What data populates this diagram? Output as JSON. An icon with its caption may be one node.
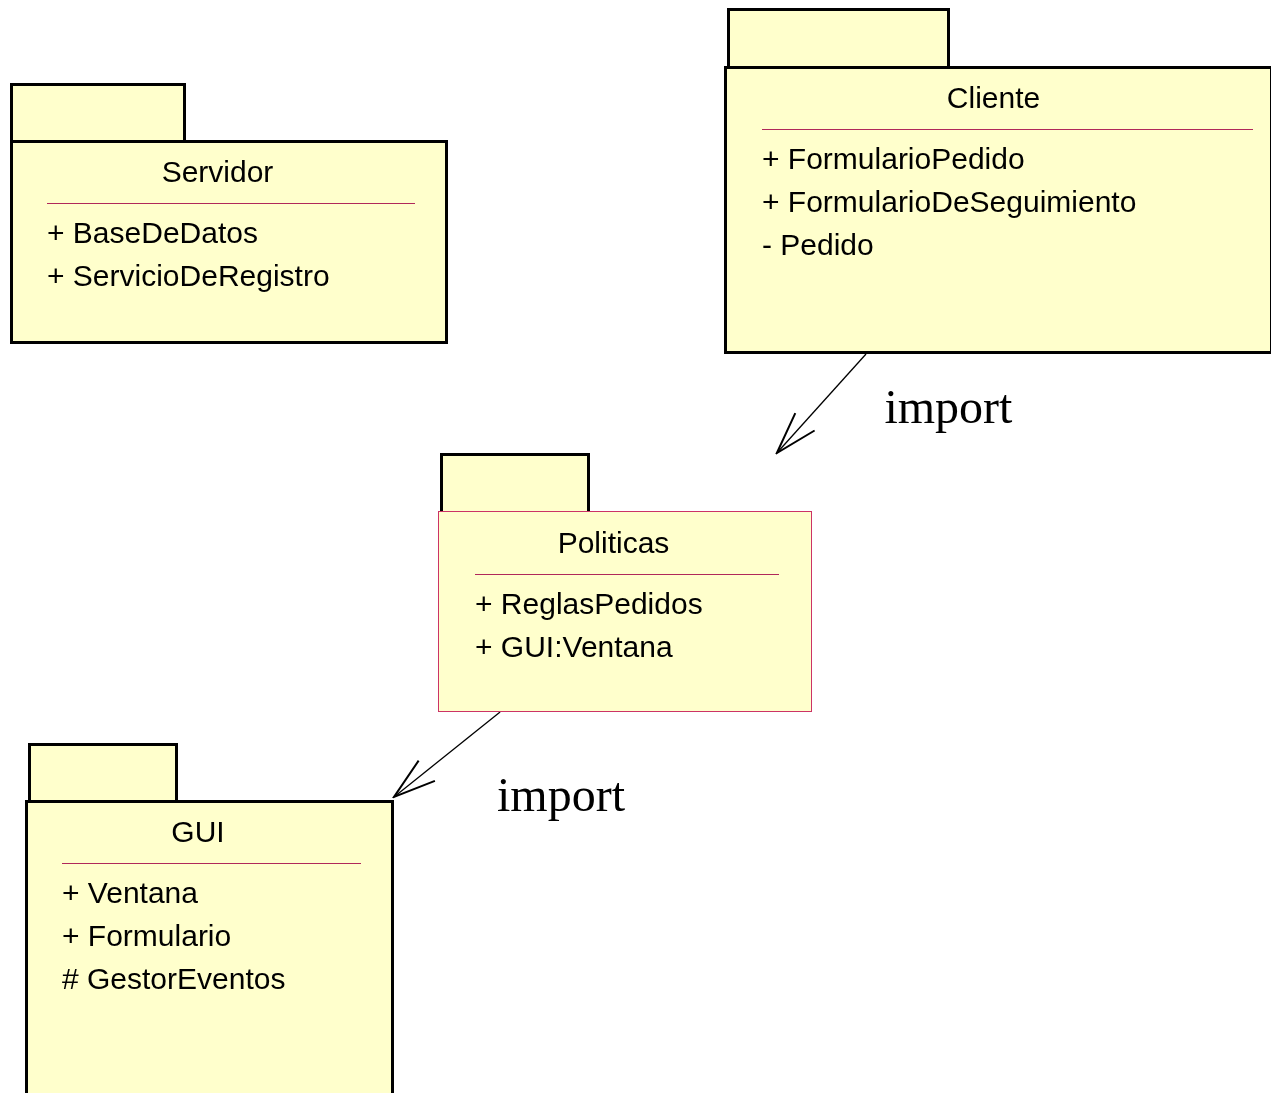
{
  "diagram": {
    "nodes": [
      {
        "text": [
          "Servidor",
          "+ BaseDeDatos",
          "+ ServicioDeRegistro"
        ]
      },
      {
        "text": [
          "Cliente",
          "+ FormularioPedido",
          "+ FormularioDeSeguimiento",
          "- Pedido"
        ]
      },
      {
        "text": [
          "Politicas",
          "+ ReglasPedidos",
          "+ GUI:Ventana"
        ]
      },
      {
        "text": [
          "GUI",
          "+ Ventana",
          "+ Formulario",
          "# GestorEventos"
        ]
      }
    ],
    "edges": [
      {
        "from": 1,
        "to": 2,
        "arrow": "to",
        "label": "import"
      },
      {
        "from": 2,
        "to": 3,
        "arrow": "to",
        "label": "import"
      }
    ]
  }
}
